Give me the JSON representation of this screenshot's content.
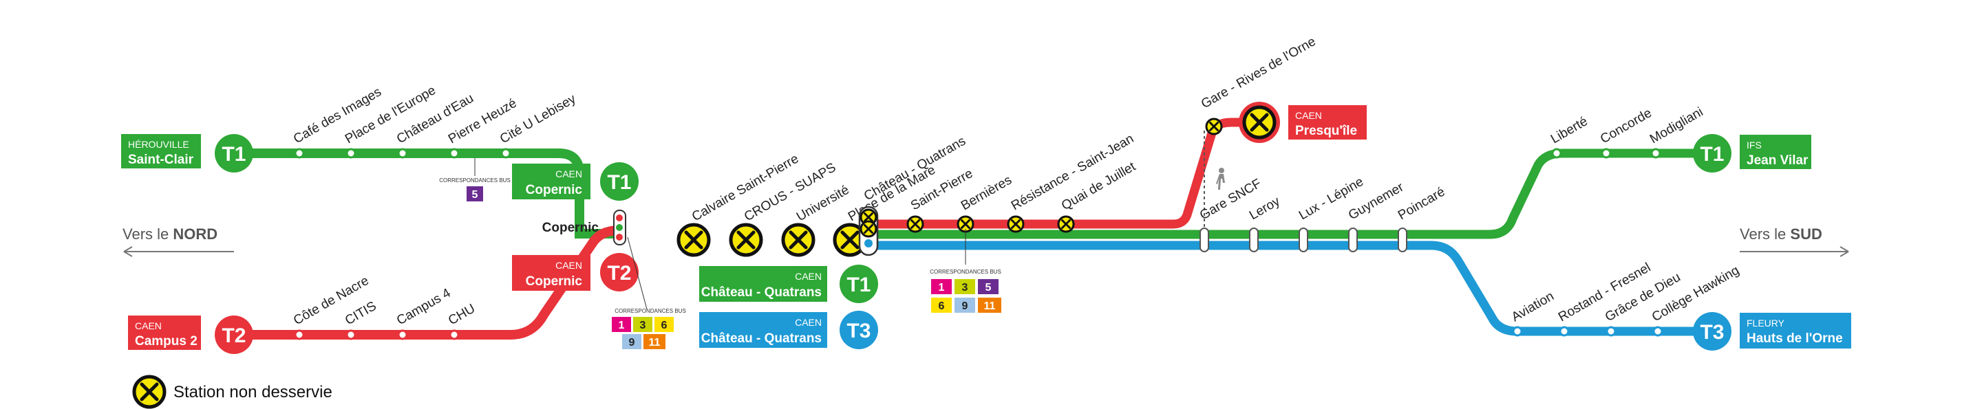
{
  "colors": {
    "t1": "#2ea836",
    "t2": "#e8333a",
    "t3": "#1e9ad6",
    "closed_fill": "#f5e600",
    "bus": {
      "1": "#e5007e",
      "3": "#c8d400",
      "5": "#6a2c91",
      "6": "#ffe000",
      "9": "#9ec3e6",
      "11": "#f07d00"
    }
  },
  "directions": {
    "north_prefix": "Vers le",
    "north_word": "NORD",
    "south_prefix": "Vers le",
    "south_word": "SUD"
  },
  "terminals": {
    "t1_west": {
      "line": "T1",
      "city": "HÉROUVILLE",
      "name": "Saint-Clair"
    },
    "t2_west": {
      "line": "T2",
      "city": "CAEN",
      "name": "Campus 2"
    },
    "t1_copernic": {
      "line": "T1",
      "city": "CAEN",
      "name": "Copernic"
    },
    "t2_copernic": {
      "line": "T2",
      "city": "CAEN",
      "name": "Copernic"
    },
    "t1_chateau": {
      "line": "T1",
      "city": "CAEN",
      "name": "Château - Quatrans"
    },
    "t3_chateau": {
      "line": "T3",
      "city": "CAEN",
      "name": "Château - Quatrans"
    },
    "t2_presquile": {
      "city": "CAEN",
      "name": "Presqu'île"
    },
    "t1_east": {
      "line": "T1",
      "city": "IFS",
      "name": "Jean Vilar"
    },
    "t3_east": {
      "line": "T3",
      "city": "FLEURY",
      "name": "Hauts de l'Orne"
    }
  },
  "stations": {
    "t1_north": [
      "Café des Images",
      "Place de l'Europe",
      "Château d'Eau",
      "Pierre Heuzé",
      "Cité U Lebisey"
    ],
    "t2_north": [
      "Côte de Nacre",
      "CITIS",
      "Campus 4",
      "CHU"
    ],
    "copernic": "Copernic",
    "closed_center": [
      "Calvaire Saint-Pierre",
      "CROUS - SUAPS",
      "Université",
      "Place de la Mare"
    ],
    "closed_trunk": [
      "Château - Quatrans",
      "Saint-Pierre",
      "Bernières",
      "Résistance - Saint-Jean",
      "Quai de Juillet"
    ],
    "gare_rives": "Gare - Rives de l'Orne",
    "south_trunk": [
      "Gare SNCF",
      "Leroy",
      "Lux - Lépine",
      "Guynemer",
      "Poincaré"
    ],
    "t1_south": [
      "Liberté",
      "Concorde",
      "Modigliani"
    ],
    "t3_south": [
      "Aviation",
      "Rostand - Fresnel",
      "Grâce de Dieu",
      "Collège Hawking"
    ]
  },
  "correspondances": {
    "label": "CORRESPONDANCES BUS",
    "cite_u": [
      "5"
    ],
    "copernic": [
      "1",
      "3",
      "6",
      "9",
      "11"
    ],
    "chateau": [
      "1",
      "3",
      "5",
      "6",
      "9",
      "11"
    ]
  },
  "legend": {
    "closed_station": "Station non desservie"
  }
}
